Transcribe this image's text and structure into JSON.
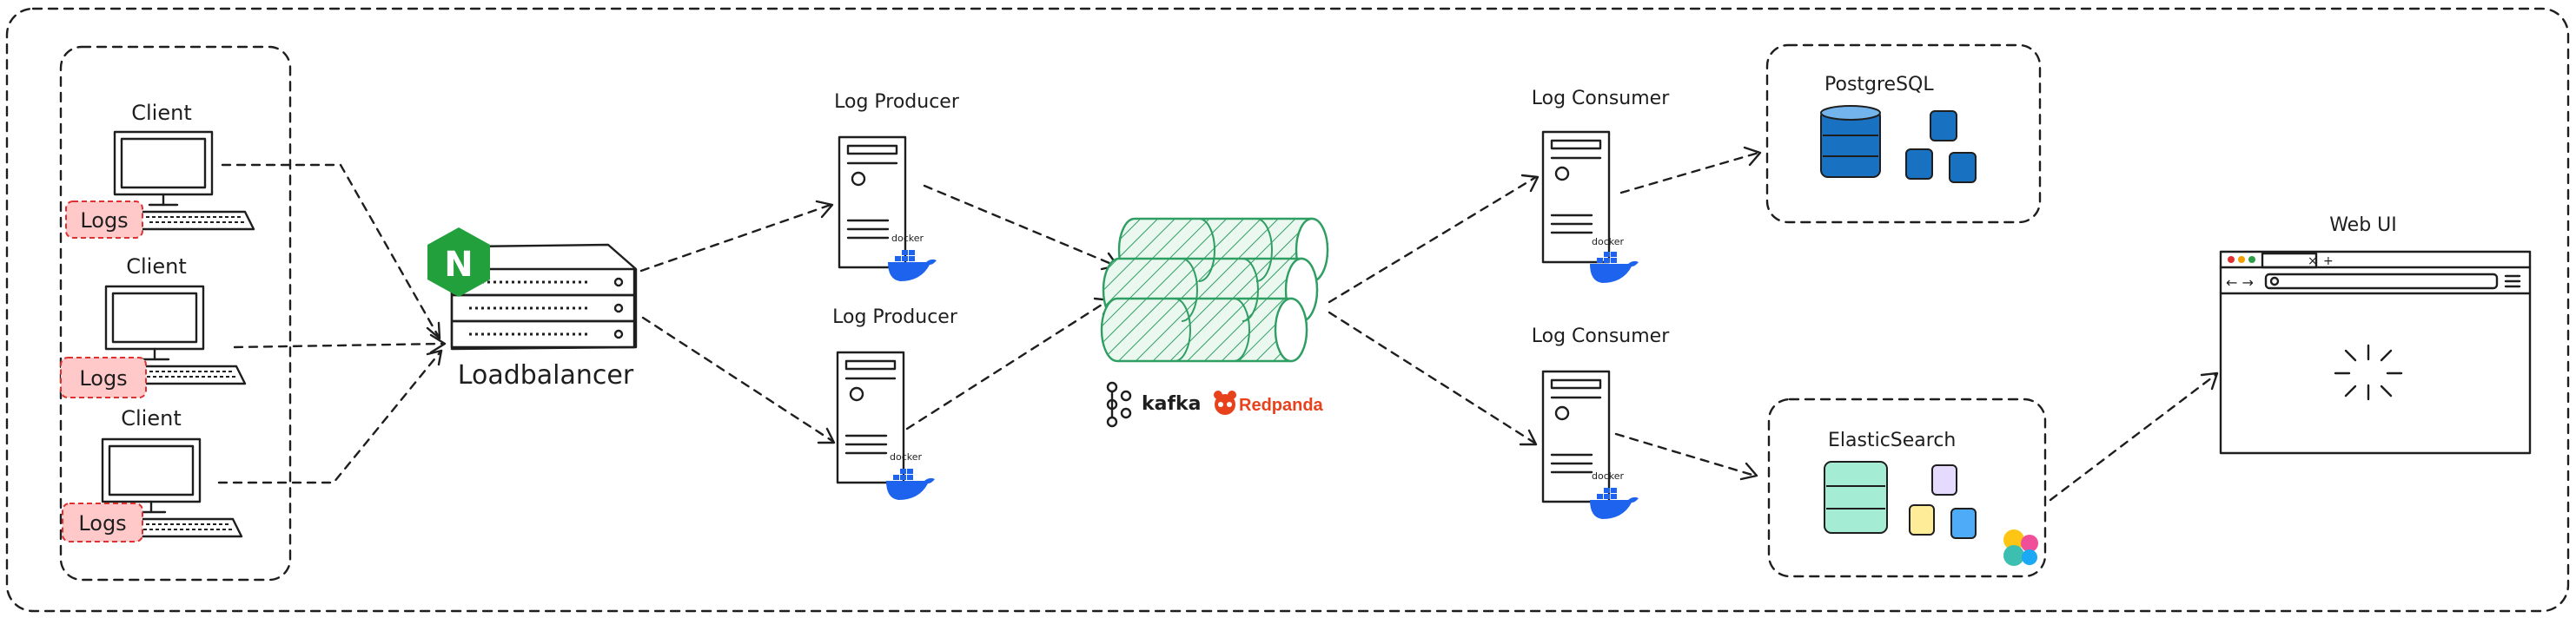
{
  "diagram": {
    "clients": [
      {
        "label": "Client",
        "badge": "Logs"
      },
      {
        "label": "Client",
        "badge": "Logs"
      },
      {
        "label": "Client",
        "badge": "Logs"
      }
    ],
    "loadbalancer": {
      "label": "Loadbalancer",
      "logo_letter": "N"
    },
    "producers": [
      {
        "label": "Log Producer",
        "tag": "docker"
      },
      {
        "label": "Log Producer",
        "tag": "docker"
      }
    ],
    "queue": {
      "kafka_label": "kafka",
      "redpanda_label": "Redpanda"
    },
    "consumers": [
      {
        "label": "Log Consumer",
        "tag": "docker"
      },
      {
        "label": "Log Consumer",
        "tag": "docker"
      }
    ],
    "stores": [
      {
        "label": "PostgreSQL"
      },
      {
        "label": "ElasticSearch"
      }
    ],
    "webui": {
      "label": "Web UI",
      "tab_close": "×",
      "tab_new": "+",
      "nav": "← →"
    },
    "colors": {
      "ink": "#1e1e1e",
      "logs_fill": "#ffc9c9",
      "logs_stroke": "#e03131",
      "nginx": "#22a03c",
      "kafka_green": "#2f9e63",
      "postgres_blue": "#1971c2",
      "docker_blue": "#1d63ed",
      "redpanda": "#e8421c",
      "elastic_teal": "#3cbeb1",
      "elastic_yellow": "#fec514"
    }
  }
}
